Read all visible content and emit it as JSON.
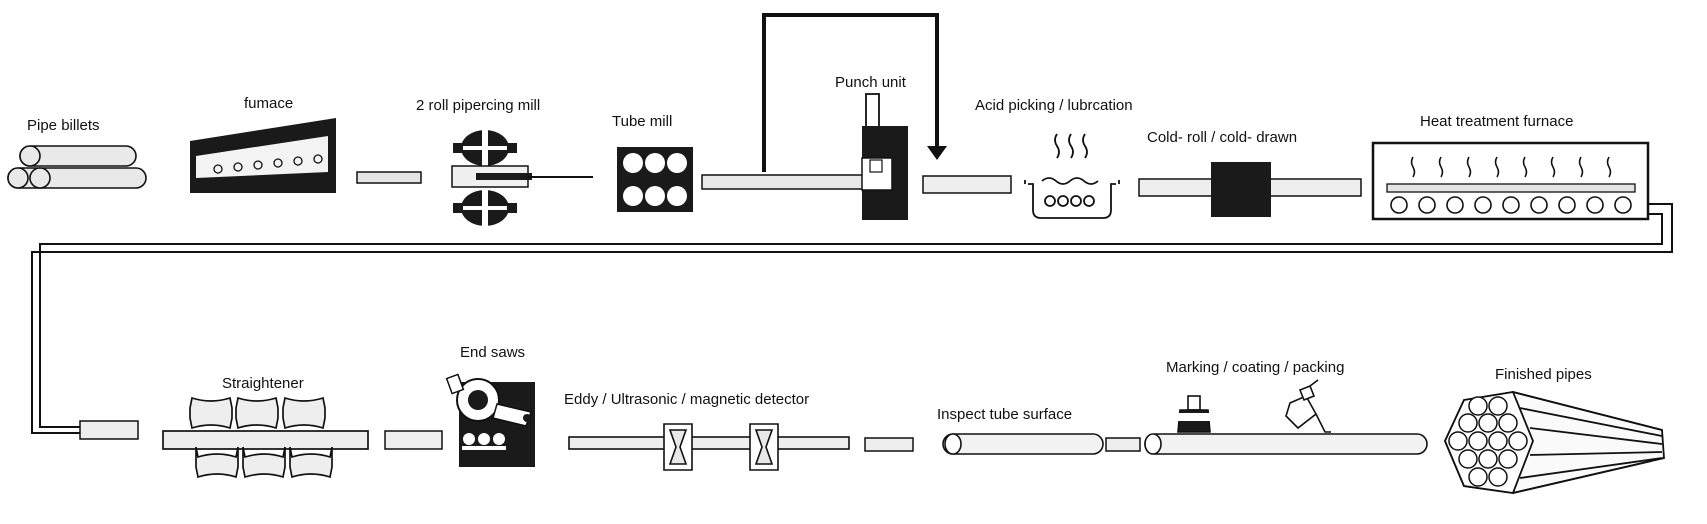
{
  "stages": {
    "pipe_billets": "Pipe billets",
    "furnace": "fumace",
    "piercing_mill": "2 roll pipercing mill",
    "tube_mill": "Tube mill",
    "punch_unit": "Punch unit",
    "acid_pickling": "Acid picking / lubrcation",
    "cold_roll": "Cold- roll / cold- drawn",
    "heat_treatment": "Heat treatment furnace",
    "straightener": "Straightener",
    "end_saws": "End saws",
    "detector": "Eddy / Ultrasonic / magnetic detector",
    "inspect": "Inspect tube surface",
    "marking": "Marking / coating / packing",
    "finished": "Finished pipes"
  },
  "colors": {
    "ink": "#111111",
    "fill_dark": "#1a1a1a",
    "fill_light": "#eeeeee",
    "background": "#ffffff"
  }
}
